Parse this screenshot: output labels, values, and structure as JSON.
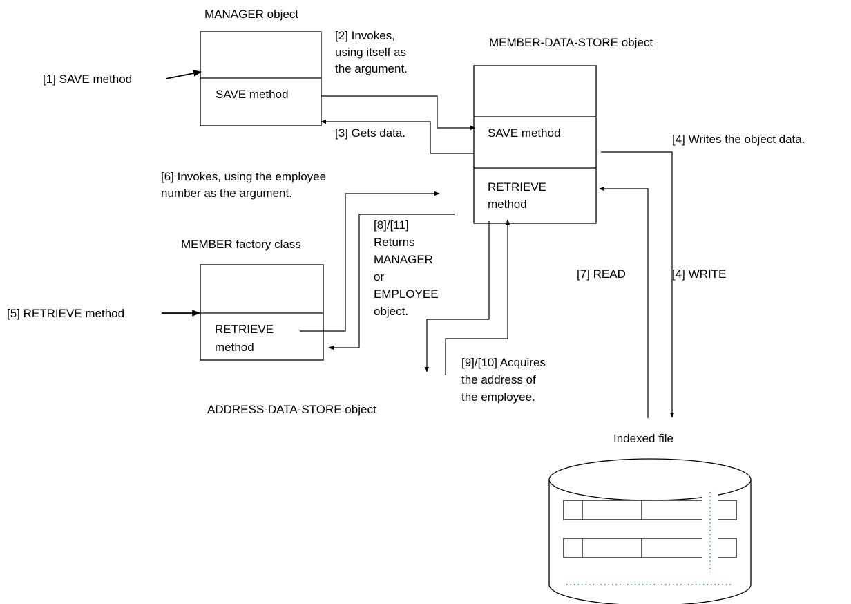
{
  "objects": {
    "manager": {
      "title": "MANAGER object",
      "method": "SAVE method"
    },
    "member_data_store": {
      "title": "MEMBER-DATA-STORE object",
      "save_method": "SAVE method",
      "retrieve_method": [
        "RETRIEVE",
        "method"
      ]
    },
    "member_factory": {
      "title": "MEMBER factory class",
      "retrieve_method": [
        "RETRIEVE",
        "method"
      ]
    },
    "address_data_store": {
      "title": "ADDRESS-DATA-STORE object"
    },
    "indexed_file": {
      "title": "Indexed file"
    }
  },
  "steps": {
    "s1": "[1] SAVE method",
    "s2": [
      "[2] Invokes,",
      "using itself as",
      "the argument."
    ],
    "s3": "[3] Gets data.",
    "s4_write_data": "[4] Writes the object data.",
    "s4_write": "[4] WRITE",
    "s5": "[5] RETRIEVE method",
    "s6": [
      "[6] Invokes, using the employee",
      "number as the argument."
    ],
    "s7": "[7] READ",
    "s8_11": [
      "[8]/[11]",
      "Returns",
      "MANAGER",
      "or",
      "EMPLOYEE",
      "object."
    ],
    "s9_10": [
      "[9]/[10] Acquires",
      "the address of",
      "the employee."
    ]
  }
}
